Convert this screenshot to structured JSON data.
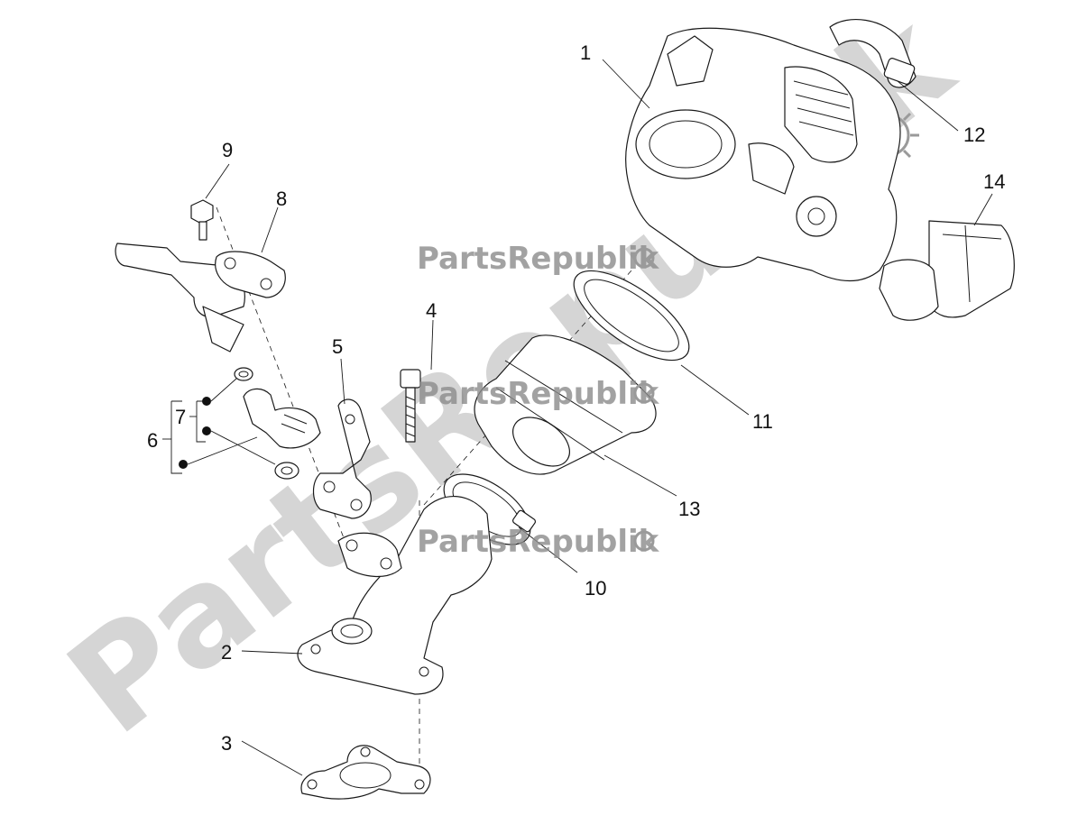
{
  "watermark": {
    "brand": "PartsRepublik",
    "repeat_label": "PartsRepublik"
  },
  "callouts": [
    {
      "id": "1",
      "label": "1"
    },
    {
      "id": "2",
      "label": "2"
    },
    {
      "id": "3",
      "label": "3"
    },
    {
      "id": "4",
      "label": "4"
    },
    {
      "id": "5",
      "label": "5"
    },
    {
      "id": "6",
      "label": "6"
    },
    {
      "id": "7",
      "label": "7"
    },
    {
      "id": "8",
      "label": "8"
    },
    {
      "id": "9",
      "label": "9"
    },
    {
      "id": "10",
      "label": "10"
    },
    {
      "id": "11",
      "label": "11"
    },
    {
      "id": "12",
      "label": "12"
    },
    {
      "id": "13",
      "label": "13"
    },
    {
      "id": "14",
      "label": "14"
    }
  ],
  "colors": {
    "line": "#1a1a1a",
    "watermark": "#c8c8c8",
    "background": "#ffffff"
  }
}
